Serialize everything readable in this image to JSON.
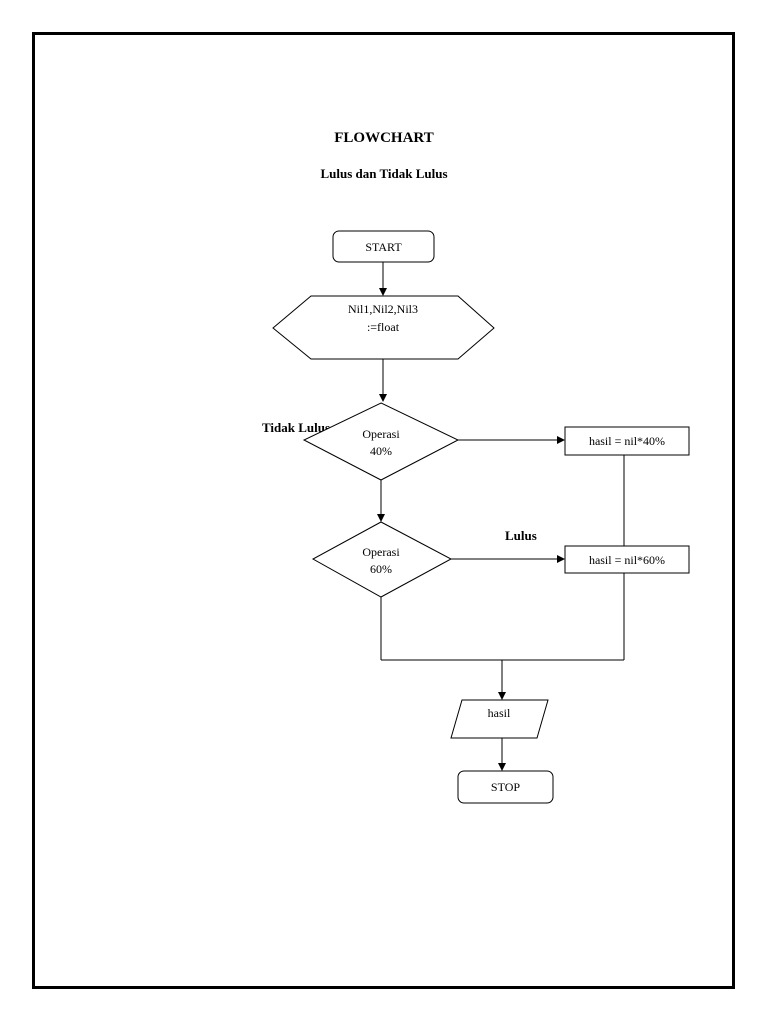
{
  "document": {
    "title": "FLOWCHART",
    "subtitle": "Lulus dan Tidak Lulus"
  },
  "flowchart": {
    "start": "START",
    "input_line1": "Nil1,Nil2,Nil3",
    "input_line2": ":=float",
    "decision1_line1": "Operasi",
    "decision1_line2": "40%",
    "decision2_line1": "Operasi",
    "decision2_line2": "60%",
    "process1": "hasil = nil*40%",
    "process2": "hasil = nil*60%",
    "output": "hasil",
    "stop": "STOP",
    "label_tidak_lulus": "Tidak Lulus",
    "label_lulus": "Lulus"
  },
  "colors": {
    "stroke": "#000000",
    "background": "#ffffff"
  }
}
